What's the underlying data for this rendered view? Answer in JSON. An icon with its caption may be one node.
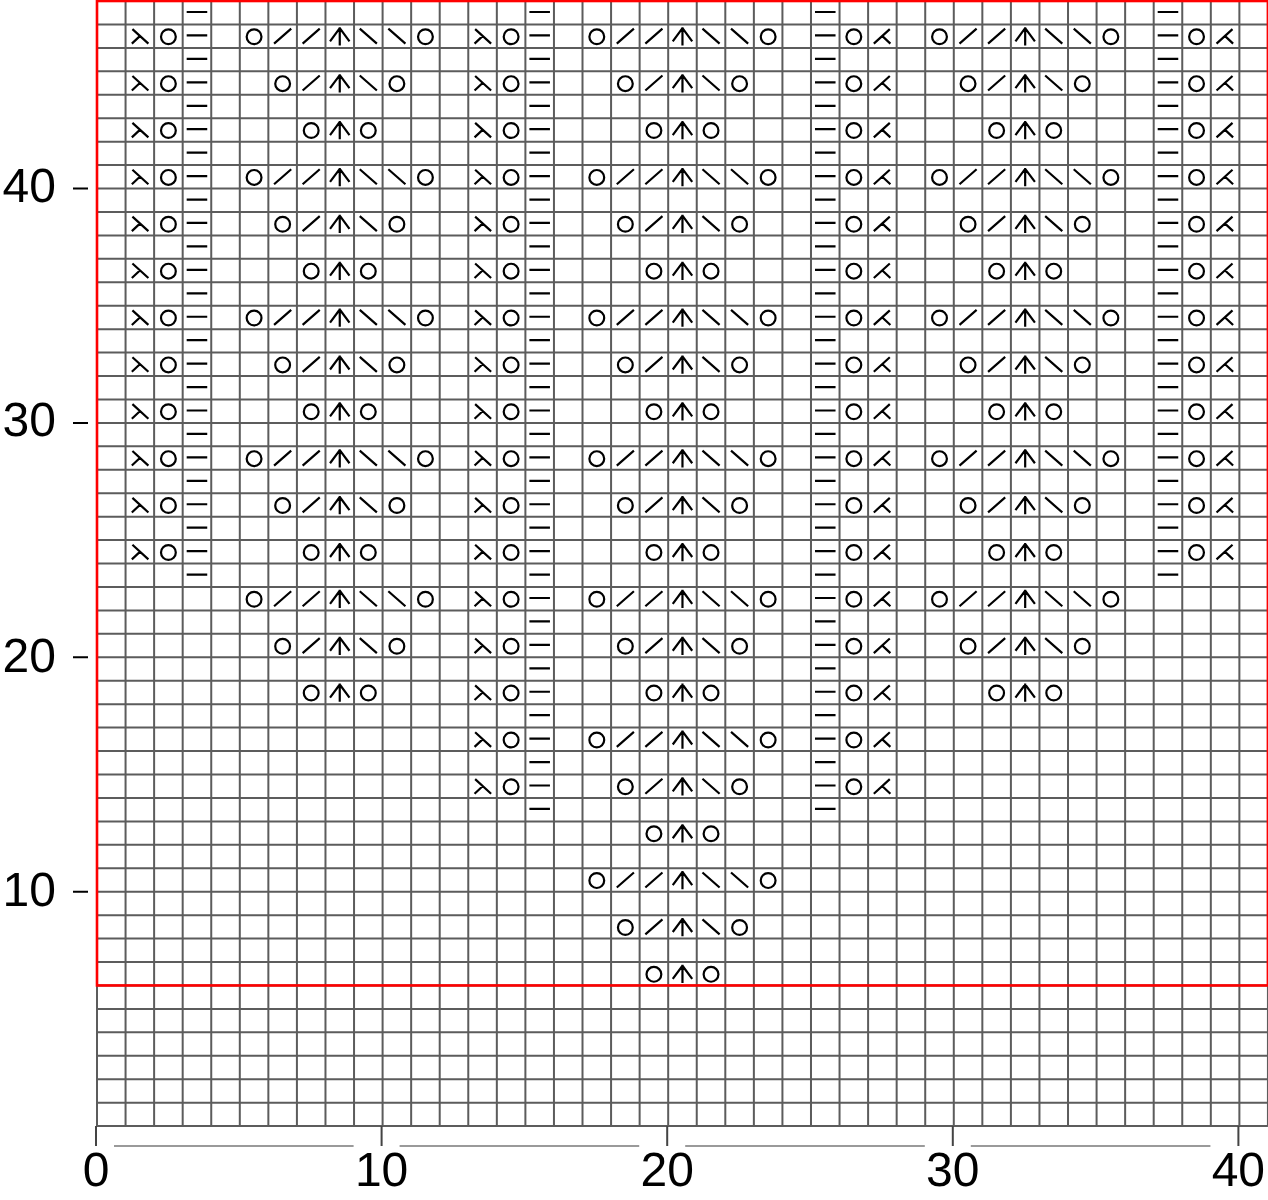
{
  "diagram": {
    "labels": [
      "40",
      "30",
      "20",
      "10",
      "0",
      "10",
      "20",
      "30",
      "40"
    ]
  }
}
